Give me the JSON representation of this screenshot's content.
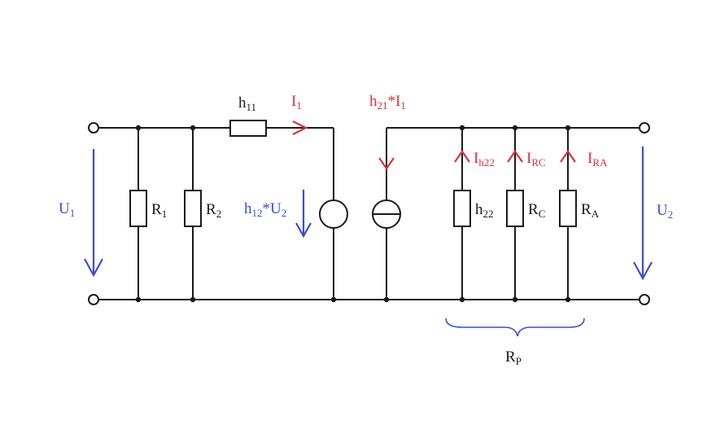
{
  "colors": {
    "wire": "#1a1a1a",
    "current": "#e0303a",
    "voltage": "#3a4fc8"
  },
  "labels": {
    "h11": {
      "main": "h",
      "sub": "11"
    },
    "I1": {
      "main": "I",
      "sub": "1"
    },
    "h21I1": {
      "main": "h",
      "sub": "21",
      "rest": "*I",
      "sub2": "1"
    },
    "U1": {
      "main": "U",
      "sub": "1"
    },
    "R1": {
      "main": "R",
      "sub": "1"
    },
    "R2": {
      "main": "R",
      "sub": "2"
    },
    "h12U2": {
      "main": "h",
      "sub": "12",
      "rest": "*U",
      "sub2": "2"
    },
    "Ih22": {
      "main": "I",
      "sub": "h22"
    },
    "IRC": {
      "main": "I",
      "sub": "RC"
    },
    "IRA": {
      "main": "I",
      "sub": "RA"
    },
    "h22": {
      "main": "h",
      "sub": "22"
    },
    "RC": {
      "main": "R",
      "sub": "C"
    },
    "RA": {
      "main": "R",
      "sub": "A"
    },
    "U2": {
      "main": "U",
      "sub": "2"
    },
    "RP": {
      "main": "R",
      "sub": "P"
    }
  }
}
